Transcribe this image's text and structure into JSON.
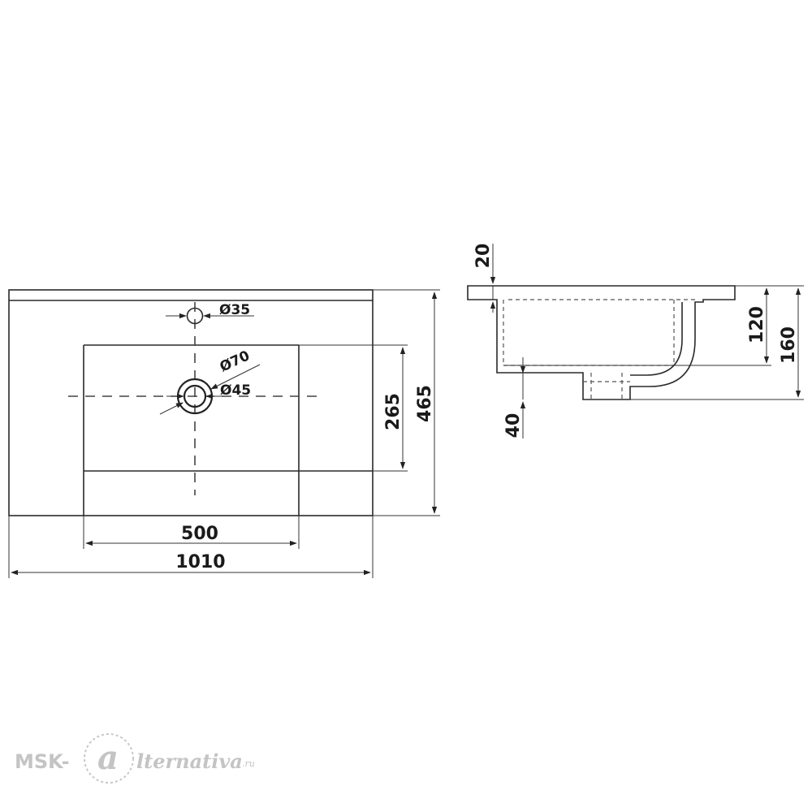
{
  "dimensions": {
    "top_view": {
      "overall_width": "1010",
      "bowl_width": "500",
      "overall_depth": "465",
      "bowl_depth": "265",
      "tap_hole": "Ø35",
      "drain_outer": "Ø70",
      "drain_inner": "Ø45"
    },
    "side_view": {
      "rim_thickness": "20",
      "bowl_height": "120",
      "overall_height": "160",
      "drain_height": "40"
    }
  },
  "watermark": {
    "prefix": "MSK-",
    "script": "lternativa",
    "suffix": ".ru"
  },
  "colors": {
    "line": "#222222",
    "watermark": "#c4c4c4"
  }
}
